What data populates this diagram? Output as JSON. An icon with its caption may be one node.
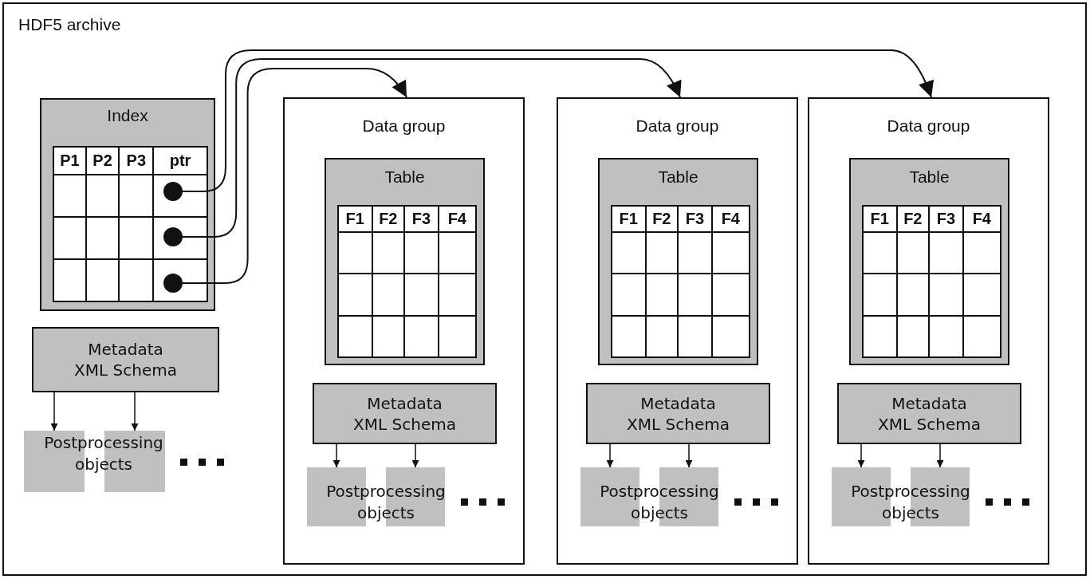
{
  "diagram": {
    "nodes": [
      {
        "text": [
          "HDF5 archive"
        ]
      },
      {
        "text": [
          "Index",
          "P1",
          "P2",
          "P3",
          "ptr"
        ],
        "in": 0
      },
      {
        "text": [],
        "shape": "circle",
        "in": 1
      },
      {
        "text": [],
        "shape": "circle",
        "in": 1
      },
      {
        "text": [],
        "shape": "circle",
        "in": 1
      },
      {
        "text": [
          "Metadata XML Schema"
        ],
        "in": 0
      },
      {
        "text": [],
        "shape": "box",
        "in": 0
      },
      {
        "text": [],
        "shape": "box",
        "in": 0
      },
      {
        "text": [
          "Data group"
        ],
        "in": 0
      },
      {
        "text": [
          "Table",
          "F1",
          "F2",
          "F3",
          "F4"
        ],
        "in": 8
      },
      {
        "text": [
          "Metadata XML Schema"
        ],
        "in": 8
      },
      {
        "text": [],
        "shape": "box",
        "in": 8
      },
      {
        "text": [],
        "shape": "box",
        "in": 8
      },
      {
        "text": [
          "Data group"
        ],
        "in": 0
      },
      {
        "text": [
          "Table",
          "F1",
          "F2",
          "F3",
          "F4"
        ],
        "in": 13
      },
      {
        "text": [
          "Metadata XML Schema"
        ],
        "in": 13
      },
      {
        "text": [],
        "shape": "box",
        "in": 13
      },
      {
        "text": [],
        "shape": "box",
        "in": 13
      },
      {
        "text": [
          "Data group"
        ],
        "in": 0
      },
      {
        "text": [
          "Table",
          "F1",
          "F2",
          "F3",
          "F4"
        ],
        "in": 18
      },
      {
        "text": [
          "Metadata XML Schema"
        ],
        "in": 18
      },
      {
        "text": [],
        "shape": "box",
        "in": 18
      },
      {
        "text": [],
        "shape": "box",
        "in": 18
      }
    ],
    "edges": [
      {
        "from": 2,
        "to": 18,
        "arrow": "to"
      },
      {
        "from": 3,
        "to": 13,
        "arrow": "to"
      },
      {
        "from": 4,
        "to": 8,
        "arrow": "to"
      },
      {
        "from": 5,
        "to": 6,
        "arrow": "to"
      },
      {
        "from": 5,
        "to": 7,
        "arrow": "to"
      },
      {
        "from": 10,
        "to": 11,
        "arrow": "to"
      },
      {
        "from": 10,
        "to": 12,
        "arrow": "to"
      },
      {
        "from": 15,
        "to": 16,
        "arrow": "to"
      },
      {
        "from": 15,
        "to": 17,
        "arrow": "to"
      },
      {
        "from": 20,
        "to": 21,
        "arrow": "to"
      },
      {
        "from": 20,
        "to": 22,
        "arrow": "to"
      }
    ],
    "labels": [
      "Postprocessing objects",
      "Postprocessing objects",
      "Postprocessing objects",
      "Postprocessing objects"
    ]
  }
}
